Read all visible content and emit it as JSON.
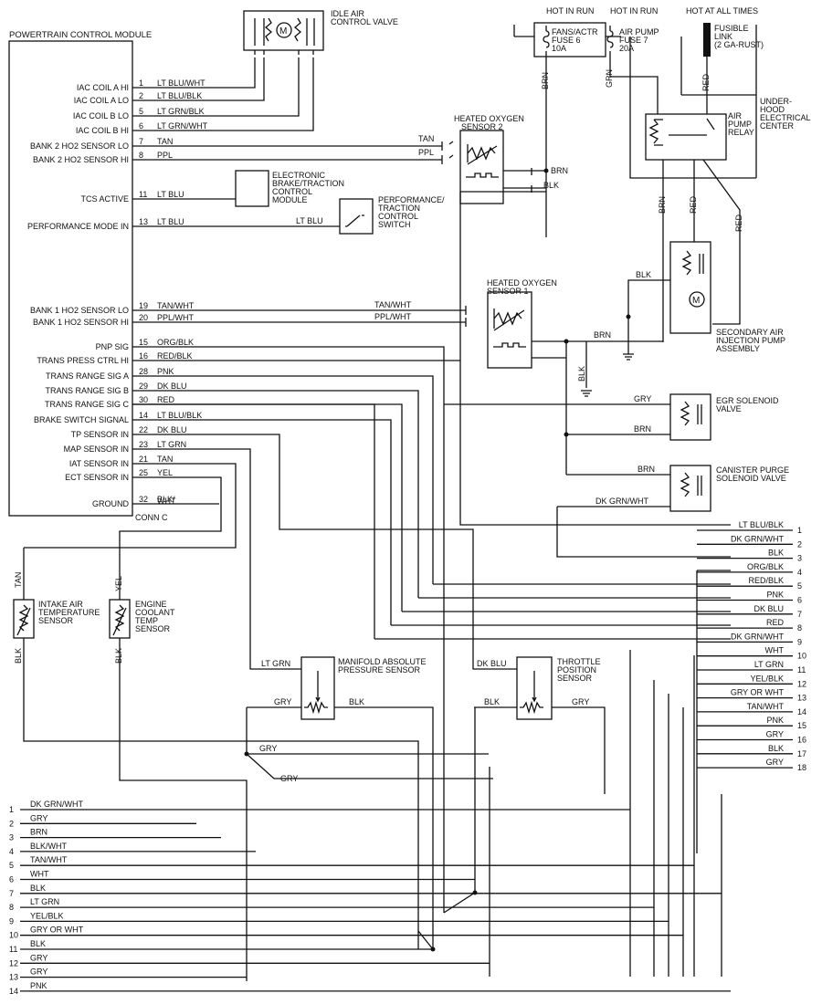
{
  "header": {
    "pcm_title": "POWERTRAIN CONTROL MODULE",
    "conn": "CONN C",
    "hot_in_run_1": "HOT IN RUN",
    "hot_in_run_2": "HOT IN RUN",
    "hot_at_all_times": "HOT AT ALL TIMES"
  },
  "pcm_pins": [
    {
      "label": "IAC COIL A HI",
      "pin": "1",
      "wire": "LT BLU/WHT"
    },
    {
      "label": "IAC COIL A LO",
      "pin": "2",
      "wire": "LT BLU/BLK"
    },
    {
      "label": "IAC COIL B LO",
      "pin": "5",
      "wire": "LT GRN/BLK"
    },
    {
      "label": "IAC COIL B HI",
      "pin": "6",
      "wire": "LT GRN/WHT"
    },
    {
      "label": "BANK 2 HO2 SENSOR LO",
      "pin": "7",
      "wire": "TAN"
    },
    {
      "label": "BANK 2 HO2 SENSOR HI",
      "pin": "8",
      "wire": "PPL"
    },
    {
      "label": "TCS ACTIVE",
      "pin": "11",
      "wire": "LT BLU"
    },
    {
      "label": "PERFORMANCE MODE IN",
      "pin": "13",
      "wire": "LT BLU"
    },
    {
      "label": "BANK 1 HO2 SENSOR LO",
      "pin": "19",
      "wire": "TAN/WHT"
    },
    {
      "label": "BANK 1 HO2 SENSOR HI",
      "pin": "20",
      "wire": "PPL/WHT"
    },
    {
      "label": "PNP SIG",
      "pin": "15",
      "wire": "ORG/BLK"
    },
    {
      "label": "TRANS PRESS CTRL HI",
      "pin": "16",
      "wire": "RED/BLK"
    },
    {
      "label": "TRANS RANGE SIG A",
      "pin": "28",
      "wire": "PNK"
    },
    {
      "label": "TRANS RANGE SIG B",
      "pin": "29",
      "wire": "DK BLU"
    },
    {
      "label": "TRANS RANGE SIG C",
      "pin": "30",
      "wire": "RED"
    },
    {
      "label": "BRAKE SWITCH SIGNAL",
      "pin": "14",
      "wire": "LT BLU/BLK"
    },
    {
      "label": "TP SENSOR IN",
      "pin": "22",
      "wire": "DK BLU"
    },
    {
      "label": "MAP SENSOR IN",
      "pin": "23",
      "wire": "LT GRN"
    },
    {
      "label": "IAT SENSOR IN",
      "pin": "21",
      "wire": "TAN"
    },
    {
      "label": "ECT SENSOR IN",
      "pin": "25",
      "wire": "YEL"
    },
    {
      "label": "GROUND",
      "pin": "32",
      "wire": "BLK/"
    }
  ],
  "ground_wire_2": "WHT",
  "components": {
    "iac_1": "IDLE AIR",
    "iac_2": "CONTROL VALVE",
    "ebtcm_1": "ELECTRONIC",
    "ebtcm_2": "BRAKE/TRACTION",
    "ebtcm_3": "CONTROL",
    "ebtcm_4": "MODULE",
    "perf_1": "PERFORMANCE/",
    "perf_2": "TRACTION",
    "perf_3": "CONTROL",
    "perf_4": "SWITCH",
    "ho2s2_1": "HEATED OXYGEN",
    "ho2s2_2": "SENSOR 2",
    "ho2s1_1": "HEATED OXYGEN",
    "ho2s1_2": "SENSOR 1",
    "fuse6_1": "FANS/ACTR",
    "fuse6_2": "FUSE 6",
    "fuse6_3": "10A",
    "fuse7_1": "AIR PUMP",
    "fuse7_2": "FUSE 7",
    "fuse7_3": "20A",
    "link_1": "FUSIBLE",
    "link_2": "LINK",
    "link_3": "(2 GA-RUST)",
    "uhec_1": "UNDER-",
    "uhec_2": "HOOD",
    "uhec_3": "ELECTRICAL",
    "uhec_4": "CENTER",
    "relay_1": "AIR",
    "relay_2": "PUMP",
    "relay_3": "RELAY",
    "pump_1": "SECONDARY AIR",
    "pump_2": "INJECTION PUMP",
    "pump_3": "ASSEMBLY",
    "egr_1": "EGR SOLENOID",
    "egr_2": "VALVE",
    "purge_1": "CANISTER PURGE",
    "purge_2": "SOLENOID VALVE",
    "iat_1": "INTAKE AIR",
    "iat_2": "TEMPERATURE",
    "iat_3": "SENSOR",
    "ect_1": "ENGINE",
    "ect_2": "COOLANT",
    "ect_3": "TEMP",
    "ect_4": "SENSOR",
    "map_1": "MANIFOLD ABSOLUTE",
    "map_2": "PRESSURE SENSOR",
    "tps_1": "THROTTLE",
    "tps_2": "POSITION",
    "tps_3": "SENSOR"
  },
  "wire_labels": {
    "tan": "TAN",
    "ppl": "PPL",
    "lt_blu": "LT BLU",
    "tan_wht": "TAN/WHT",
    "ppl_wht": "PPL/WHT",
    "brn_fuse": "BRN",
    "grn": "GRN",
    "red_link": "RED",
    "brn_ho2s2": "BRN",
    "blk_ho2s2": "BLK",
    "brn_trunk": "BRN",
    "red_relay1": "RED",
    "red_relay2": "RED",
    "blk_pump": "BLK",
    "brn_ho2s1": "BRN",
    "blk_ho2s1": "BLK",
    "gry_egr": "GRY",
    "brn_egr": "BRN",
    "brn_purge": "BRN",
    "dkgrnwht_purge": "DK GRN/WHT",
    "tan_iat": "TAN",
    "blk_iat": "BLK",
    "yel_ect": "YEL",
    "blk_ect": "BLK",
    "ltgrn_map": "LT GRN",
    "gry_map": "GRY",
    "blk_map": "BLK",
    "dkblu_tps": "DK BLU",
    "blk_tps": "BLK",
    "gry_tps": "GRY",
    "gry_j1": "GRY",
    "gry_j2": "GRY"
  },
  "right_connector": [
    {
      "num": "1",
      "wire": "LT BLU/BLK"
    },
    {
      "num": "2",
      "wire": "DK GRN/WHT"
    },
    {
      "num": "3",
      "wire": "BLK"
    },
    {
      "num": "4",
      "wire": "ORG/BLK"
    },
    {
      "num": "5",
      "wire": "RED/BLK"
    },
    {
      "num": "6",
      "wire": "PNK"
    },
    {
      "num": "7",
      "wire": "DK BLU"
    },
    {
      "num": "8",
      "wire": "RED"
    },
    {
      "num": "9",
      "wire": "DK GRN/WHT"
    },
    {
      "num": "10",
      "wire": "WHT"
    },
    {
      "num": "11",
      "wire": "LT GRN"
    },
    {
      "num": "12",
      "wire": "YEL/BLK"
    },
    {
      "num": "13",
      "wire": "GRY OR WHT"
    },
    {
      "num": "14",
      "wire": "TAN/WHT"
    },
    {
      "num": "15",
      "wire": "PNK"
    },
    {
      "num": "16",
      "wire": "GRY"
    },
    {
      "num": "17",
      "wire": "BLK"
    },
    {
      "num": "18",
      "wire": "GRY"
    }
  ],
  "bottom_connector": [
    {
      "num": "1",
      "wire": "DK GRN/WHT"
    },
    {
      "num": "2",
      "wire": "GRY"
    },
    {
      "num": "3",
      "wire": "BRN"
    },
    {
      "num": "4",
      "wire": "BLK/WHT"
    },
    {
      "num": "5",
      "wire": "TAN/WHT"
    },
    {
      "num": "6",
      "wire": "WHT"
    },
    {
      "num": "7",
      "wire": "BLK"
    },
    {
      "num": "8",
      "wire": "LT GRN"
    },
    {
      "num": "9",
      "wire": "YEL/BLK"
    },
    {
      "num": "10",
      "wire": "GRY OR WHT"
    },
    {
      "num": "11",
      "wire": "BLK"
    },
    {
      "num": "12",
      "wire": "GRY"
    },
    {
      "num": "13",
      "wire": "GRY"
    },
    {
      "num": "14",
      "wire": "PNK"
    }
  ]
}
